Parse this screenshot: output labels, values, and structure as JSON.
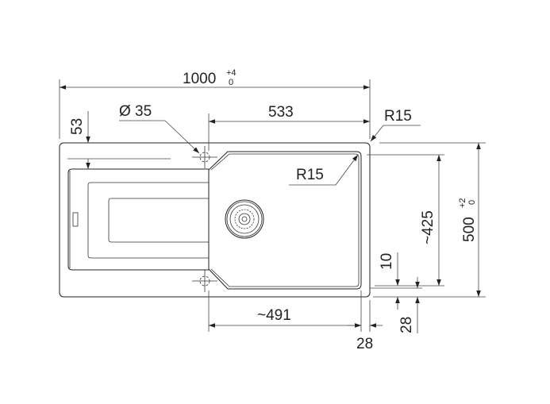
{
  "drawing": {
    "overall_width": {
      "value": "1000",
      "tol_plus": "+4",
      "tol_minus": "0"
    },
    "bowl_offset": "533",
    "tap_hole": "Ø 35",
    "drainer_offset": "53",
    "outer_radius": "R15",
    "bowl_radius": "R15",
    "bowl_depth": "~425",
    "overall_depth": {
      "value": "500",
      "tol_plus": "+2",
      "tol_minus": "0"
    },
    "bottom_offset_10": "10",
    "bottom_offset_28_vertical": "28",
    "bowl_width": "~491",
    "right_offset_28": "28"
  }
}
